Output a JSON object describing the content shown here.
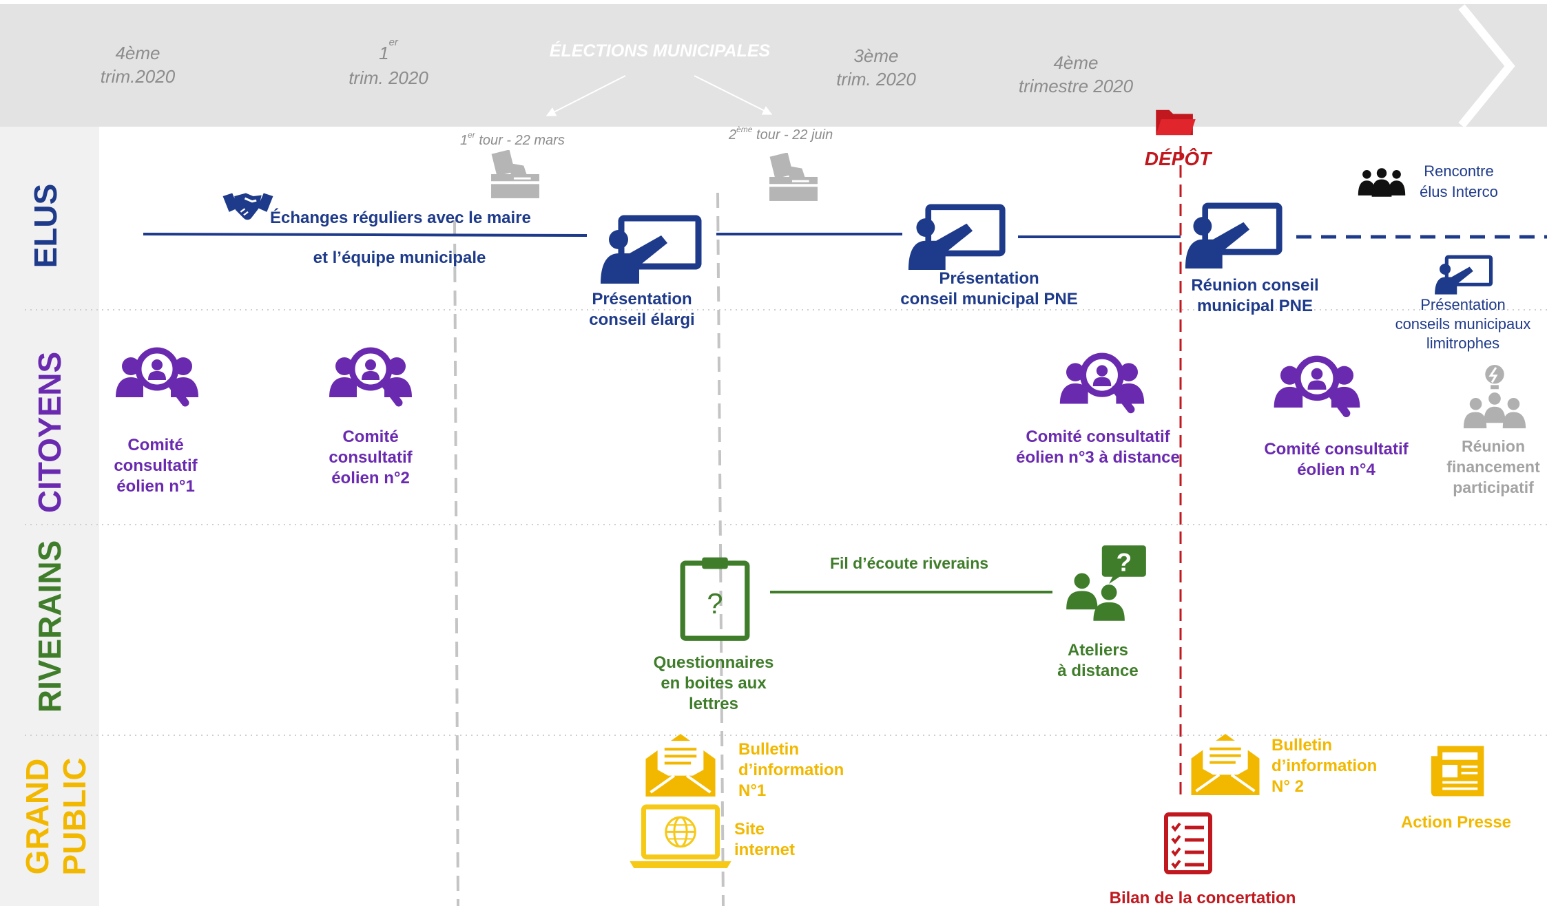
{
  "colors": {
    "elus": "#1e3a8a",
    "citoyens": "#6a2ab0",
    "riverains": "#3f7d2a",
    "grand_public": "#f2b800",
    "depot": "#c0181e",
    "timeline_gray": "#8f8f8f",
    "header_bg": "#e3e3e3",
    "sidebar_bg": "#f1f1f1"
  },
  "header": {
    "periods": [
      {
        "line1": "4ème",
        "line2": "trim.2020"
      },
      {
        "line1": "1",
        "sup": "er",
        "line2": "trim. 2020"
      },
      {
        "line1": "3ème",
        "line2": "trim. 2020"
      },
      {
        "line1": "4ème",
        "line2": "trimestre 2020"
      }
    ],
    "elections_label": "ÉLECTIONS MUNICIPALES"
  },
  "tours": [
    {
      "num": "1",
      "sup": "er",
      "rest": " tour - 22 mars"
    },
    {
      "num": "2",
      "sup": "ème",
      "rest": " tour - 22 juin"
    }
  ],
  "depot_label": "DÉPÔT",
  "lanes": [
    {
      "name": "ELUS"
    },
    {
      "name": "CITOYENS"
    },
    {
      "name": "RIVERAINS"
    },
    {
      "name": "GRAND PUBLIC",
      "line1": "GRAND",
      "line2": "PUBLIC"
    }
  ],
  "elus": {
    "echanges_line1": "Échanges réguliers avec le maire",
    "echanges_line2": "et l’équipe municipale",
    "pres_elargi": [
      "Présentation",
      "conseil élargi"
    ],
    "pres_pne": [
      "Présentation",
      "conseil municipal PNE"
    ],
    "reunion_pne": [
      "Réunion conseil",
      "municipal PNE"
    ],
    "rencontre": [
      "Rencontre",
      "élus Interco"
    ],
    "pres_limitrophes": [
      "Présentation",
      "conseils municipaux",
      "limitrophes"
    ]
  },
  "citoyens": {
    "comite1": [
      "Comité",
      "consultatif",
      "éolien n°1"
    ],
    "comite2": [
      "Comité",
      "consultatif",
      "éolien n°2"
    ],
    "comite3": [
      "Comité consultatif",
      "éolien n°3 à distance"
    ],
    "comite4": [
      "Comité consultatif",
      "éolien n°4"
    ],
    "reunion_fin": [
      "Réunion",
      "financement",
      "participatif"
    ]
  },
  "riverains": {
    "questionnaires": [
      "Questionnaires",
      "en boites aux",
      "lettres"
    ],
    "fil_ecoute": "Fil d’écoute riverains",
    "ateliers": [
      "Ateliers",
      "à distance"
    ]
  },
  "grand_public": {
    "bulletin1": [
      "Bulletin",
      "d’information",
      "N°1"
    ],
    "site": [
      "Site",
      "internet"
    ],
    "bulletin2": [
      "Bulletin",
      "d’information",
      "N° 2"
    ],
    "action_presse": "Action Presse",
    "bilan": "Bilan de la concertation"
  }
}
